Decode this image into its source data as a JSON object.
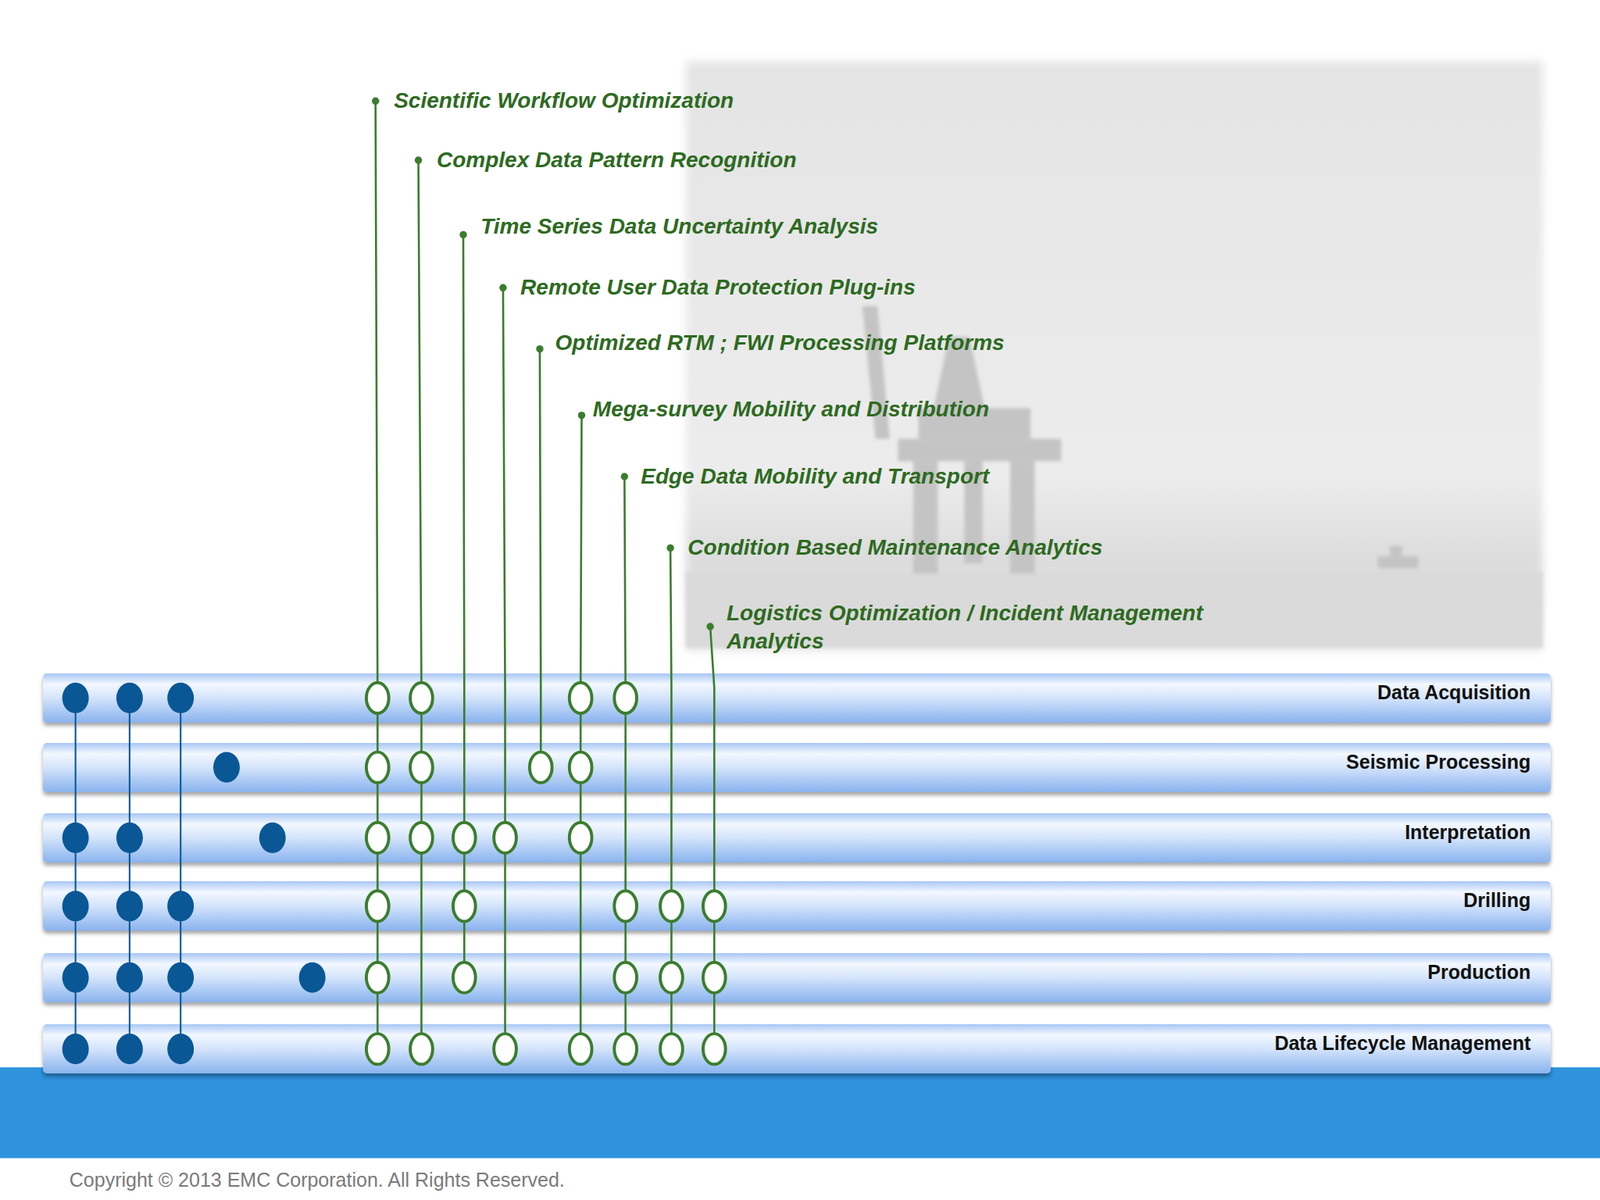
{
  "diagram": {
    "nodes": [
      {
        "text": [
          "Data Acquisition"
        ]
      },
      {
        "text": [
          "Seismic Processing"
        ]
      },
      {
        "text": [
          "Interpretation"
        ]
      },
      {
        "text": [
          "Drilling"
        ]
      },
      {
        "text": [
          "Production"
        ]
      },
      {
        "text": [
          "Data Lifecycle Management"
        ]
      }
    ],
    "labels": [
      "Scientific Workflow Optimization",
      "Complex Data Pattern Recognition",
      "Time Series Data Uncertainty Analysis",
      "Remote User Data Protection Plug-ins",
      "Optimized RTM ; FWI Processing Platforms",
      "Mega-survey Mobility and Distribution",
      "Edge Data Mobility and Transport",
      "Condition Based Maintenance Analytics",
      "Logistics Optimization / Incident Management Analytics",
      "Copyright © 2013 EMC Corporation. All Rights Reserved."
    ]
  }
}
